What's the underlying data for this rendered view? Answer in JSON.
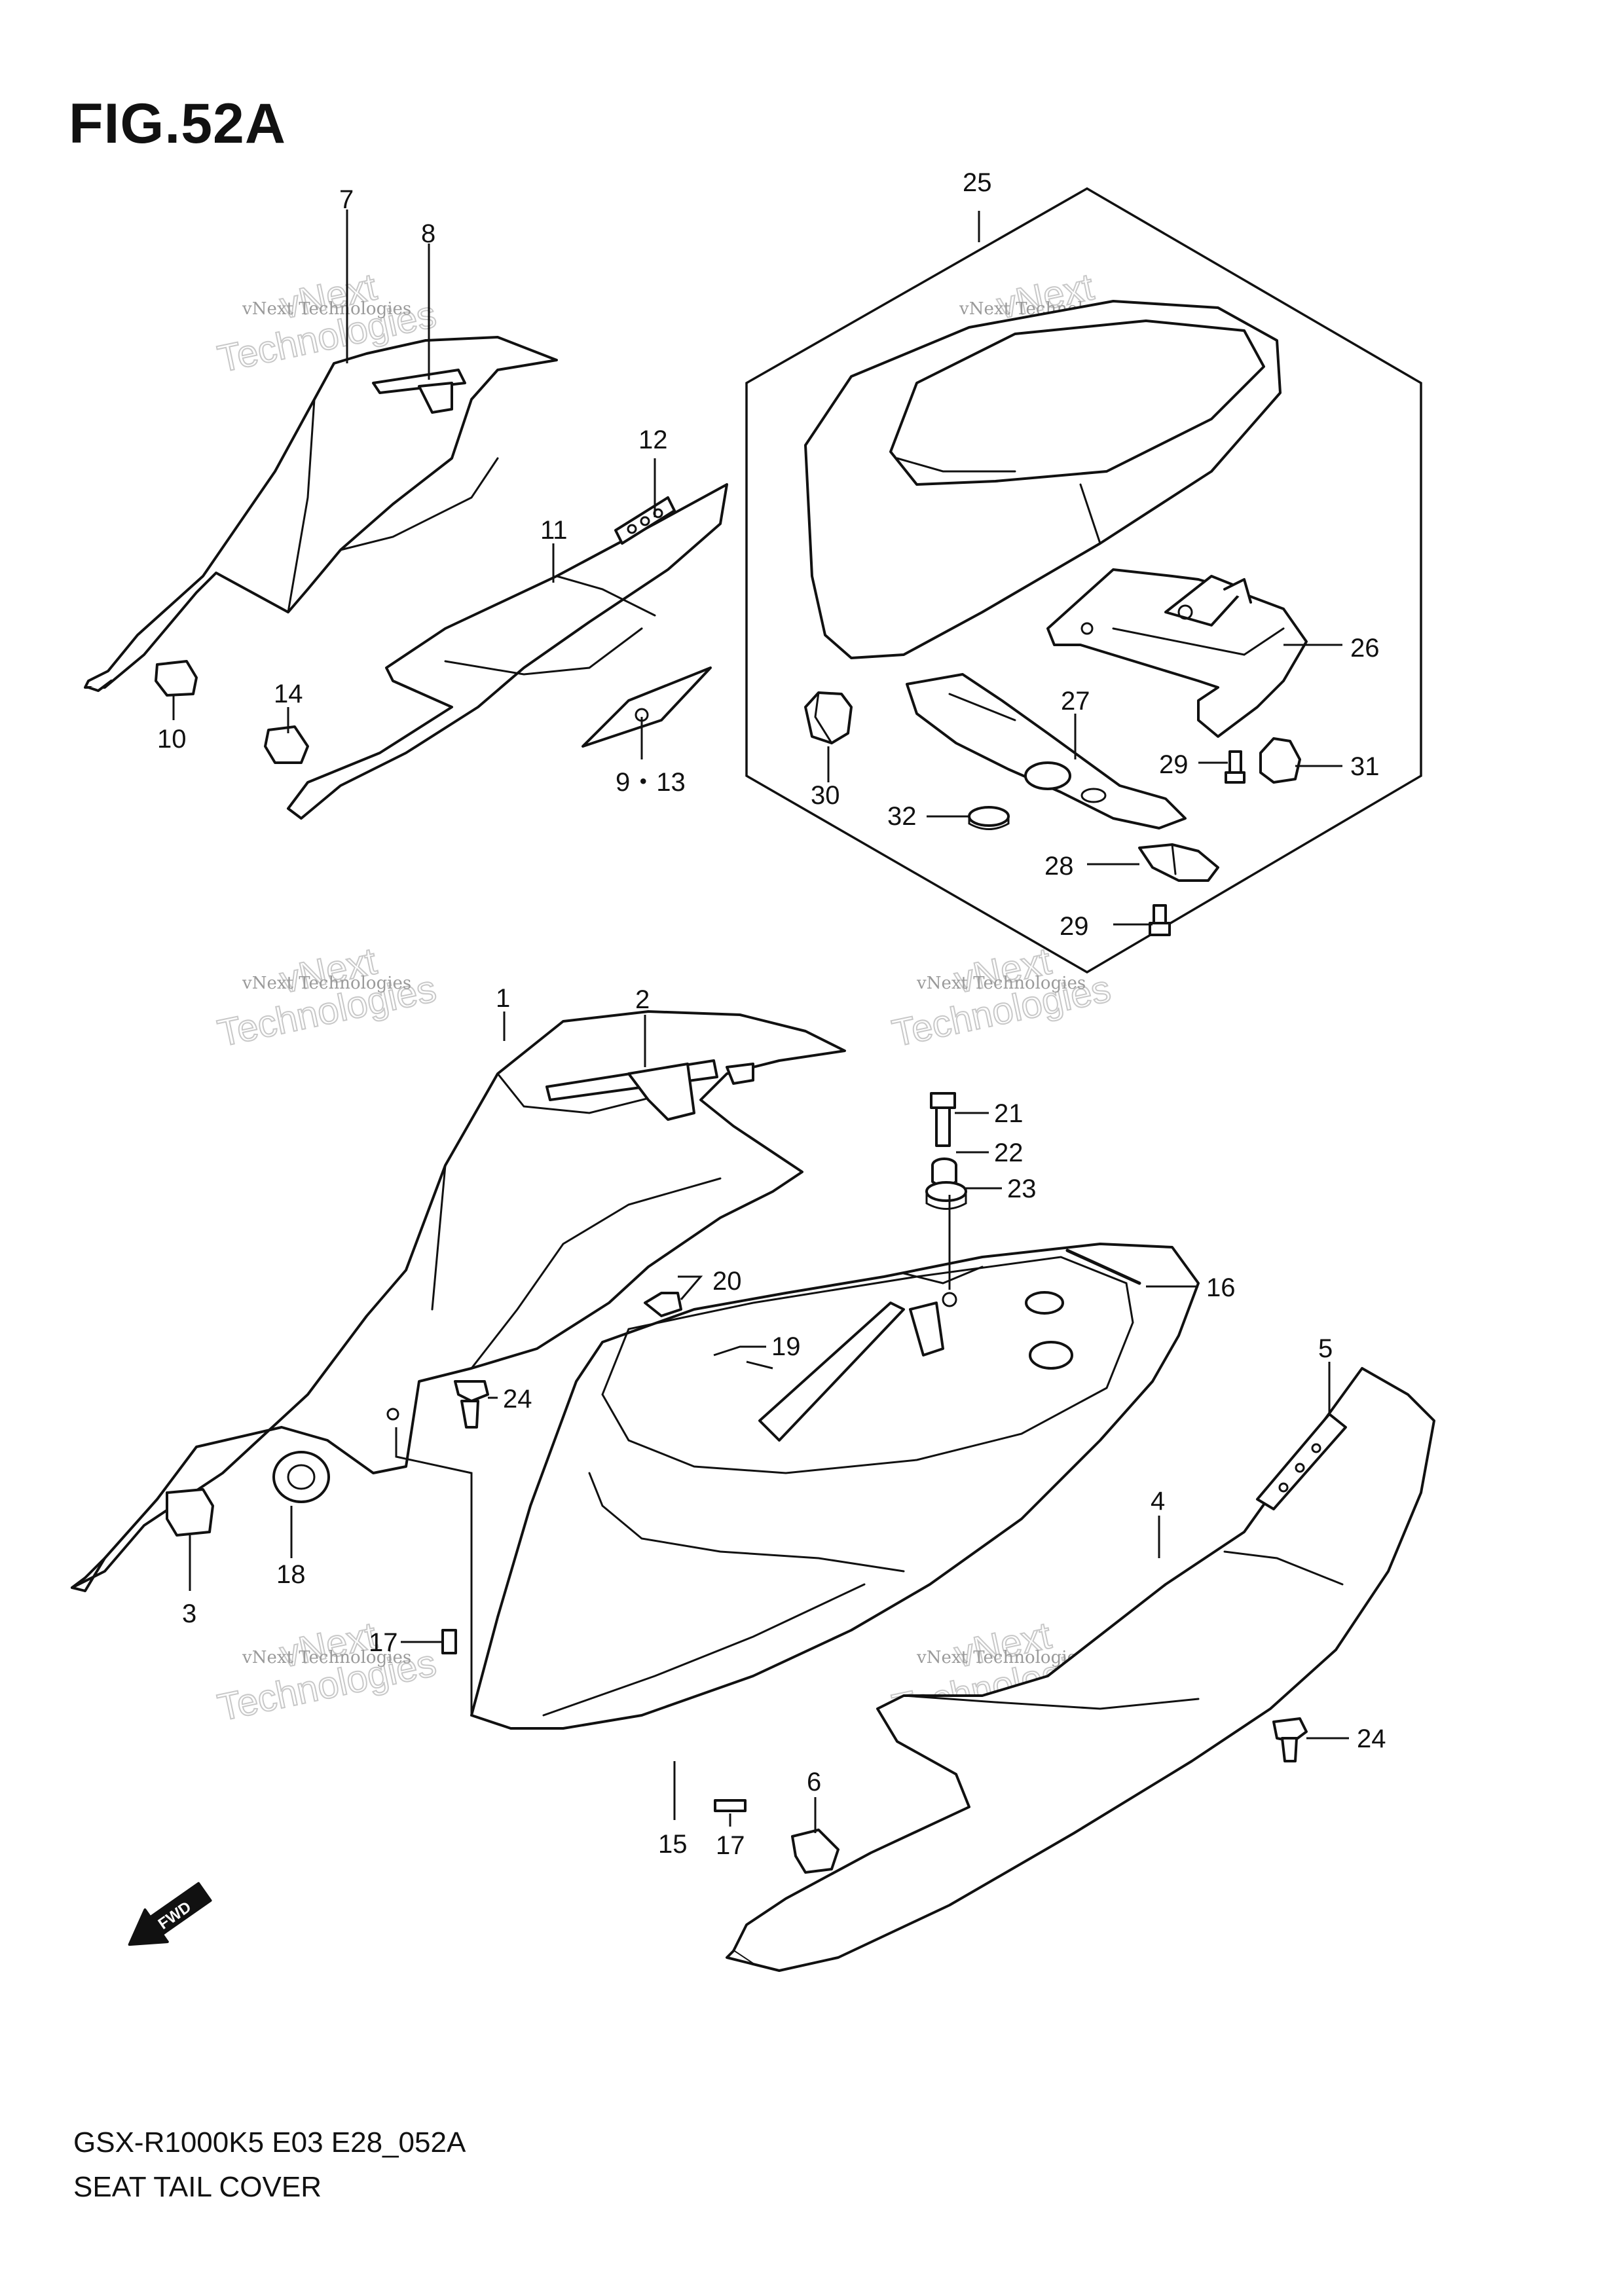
{
  "figure": {
    "title": "FIG.52A",
    "model": "GSX-R1000K5 E03 E28_052A",
    "caption": "SEAT TAIL COVER",
    "fwd_label": "FWD"
  },
  "watermark": {
    "line1": "vNext Technologies",
    "line2": "vNext",
    "line3": "Technologies"
  },
  "callouts": [
    {
      "id": "c7",
      "label": "7"
    },
    {
      "id": "c8",
      "label": "8"
    },
    {
      "id": "c12",
      "label": "12"
    },
    {
      "id": "c11",
      "label": "11"
    },
    {
      "id": "c14",
      "label": "14"
    },
    {
      "id": "c10",
      "label": "10"
    },
    {
      "id": "c913",
      "label": "9・13"
    },
    {
      "id": "c25",
      "label": "25"
    },
    {
      "id": "c26",
      "label": "26"
    },
    {
      "id": "c27",
      "label": "27"
    },
    {
      "id": "c29a",
      "label": "29"
    },
    {
      "id": "c31",
      "label": "31"
    },
    {
      "id": "c30",
      "label": "30"
    },
    {
      "id": "c32",
      "label": "32"
    },
    {
      "id": "c28",
      "label": "28"
    },
    {
      "id": "c29b",
      "label": "29"
    },
    {
      "id": "c1",
      "label": "1"
    },
    {
      "id": "c2",
      "label": "2"
    },
    {
      "id": "c21",
      "label": "21"
    },
    {
      "id": "c22",
      "label": "22"
    },
    {
      "id": "c23",
      "label": "23"
    },
    {
      "id": "c16",
      "label": "16"
    },
    {
      "id": "c20",
      "label": "20"
    },
    {
      "id": "c19",
      "label": "19"
    },
    {
      "id": "c24a",
      "label": "24"
    },
    {
      "id": "c5",
      "label": "5"
    },
    {
      "id": "c4",
      "label": "4"
    },
    {
      "id": "c18",
      "label": "18"
    },
    {
      "id": "c3",
      "label": "3"
    },
    {
      "id": "c17a",
      "label": "17"
    },
    {
      "id": "c24b",
      "label": "24"
    },
    {
      "id": "c15",
      "label": "15"
    },
    {
      "id": "c6",
      "label": "6"
    },
    {
      "id": "c17b",
      "label": "17"
    }
  ]
}
